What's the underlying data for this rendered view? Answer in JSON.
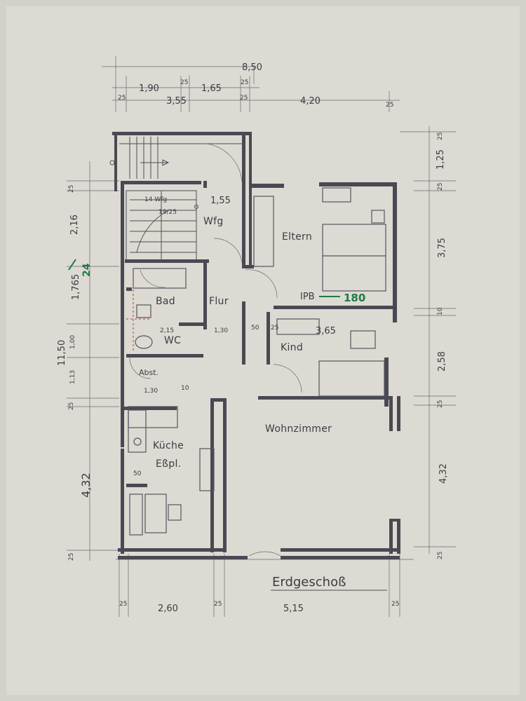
{
  "plan": {
    "title": "Erdgeschoß",
    "rooms": {
      "eltern": "Eltern",
      "wfg": "Wfg",
      "bad": "Bad",
      "flur": "Flur",
      "wc": "WC",
      "kind": "Kind",
      "abst": "Abst.",
      "kueche": "Küche",
      "esspl": "Eßpl.",
      "wohnzimmer": "Wohnzimmer"
    },
    "dims_top": {
      "total": "8,50",
      "a": "1,90",
      "b": "25",
      "c": "1,65",
      "d": "25",
      "e": "25",
      "f": "3,55",
      "g": "25",
      "h": "4,20",
      "i": "25"
    },
    "dims_bottom": {
      "a": "25",
      "b": "2,60",
      "c": "25",
      "d": "5,15",
      "e": "25"
    },
    "dims_left": {
      "a": "25",
      "b": "2,16",
      "c": "1,765",
      "d": "1,00",
      "e": "1,13",
      "f": "11,50",
      "g": "25",
      "h": "4,32",
      "i": "25",
      "green": "24"
    },
    "dims_right": {
      "a": "25",
      "b": "1,25",
      "c": "25",
      "d": "3,75",
      "e": "10",
      "f": "2,58",
      "g": "25",
      "h": "4,32",
      "i": "25"
    },
    "dims_inner": {
      "stair": "14 Wfg",
      "stair_w": "1,55",
      "stair_sub": "19/25",
      "bad_w": "2,15",
      "wc_w": "1,30",
      "kind_a": "50",
      "kind_b": "25",
      "kind_w": "3,65",
      "abst_w": "1,30",
      "abst_s": "10",
      "kitchen_s": "50",
      "ipb": "IPB",
      "ipb_green": "180"
    }
  }
}
